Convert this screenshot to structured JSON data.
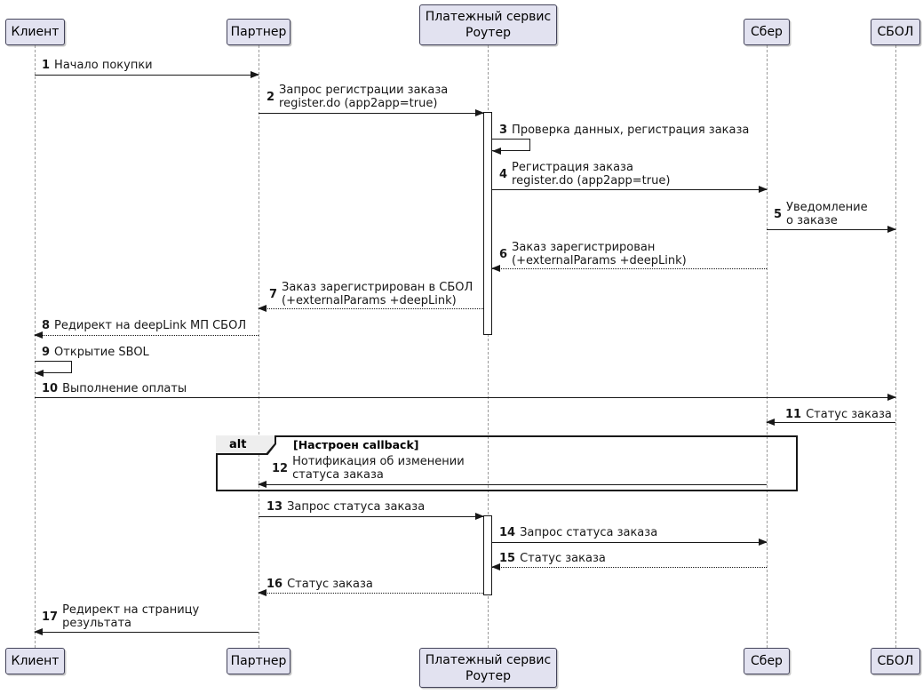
{
  "diagram_type": "uml-sequence",
  "colors": {
    "background": "#FFFFFF",
    "participant_fill": "#E2E2F0",
    "participant_border": "#43435A",
    "line_color": "#181818",
    "lifeline_color": "#9A9A9A",
    "alt_tab_fill": "#EEEEEE"
  },
  "participants": [
    {
      "id": "client",
      "lines": [
        "Клиент"
      ]
    },
    {
      "id": "partner",
      "lines": [
        "Партнер"
      ]
    },
    {
      "id": "router",
      "lines": [
        "Платежный сервис",
        "Роутер"
      ]
    },
    {
      "id": "sber",
      "lines": [
        "Сбер"
      ]
    },
    {
      "id": "sbol",
      "lines": [
        "СБОЛ"
      ]
    }
  ],
  "alt_frame": {
    "operator": "alt",
    "guard": "[Настроен callback]"
  },
  "messages": [
    {
      "num": "1",
      "lines": [
        "Начало покупки"
      ],
      "from": "Клиент",
      "to": "Партнер",
      "line": "solid"
    },
    {
      "num": "2",
      "lines": [
        "Запрос регистрации заказа",
        "register.do (app2app=true)"
      ],
      "from": "Партнер",
      "to": "Платежный сервис Роутер",
      "line": "solid"
    },
    {
      "num": "3",
      "lines": [
        "Проверка данных, регистрация заказа"
      ],
      "from": "Платежный сервис Роутер",
      "to": "Платежный сервис Роутер",
      "line": "solid"
    },
    {
      "num": "4",
      "lines": [
        "Регистрация заказа",
        "register.do (app2app=true)"
      ],
      "from": "Платежный сервис Роутер",
      "to": "Сбер",
      "line": "solid"
    },
    {
      "num": "5",
      "lines": [
        "Уведомление",
        "о заказе"
      ],
      "from": "Сбер",
      "to": "СБОЛ",
      "line": "solid"
    },
    {
      "num": "6",
      "lines": [
        "Заказ зарегистрирован",
        "(+externalParams +deepLink)"
      ],
      "from": "Сбер",
      "to": "Платежный сервис Роутер",
      "line": "dashed"
    },
    {
      "num": "7",
      "lines": [
        "Заказ зарегистрирован в СБОЛ",
        "(+externalParams +deepLink)"
      ],
      "from": "Платежный сервис Роутер",
      "to": "Партнер",
      "line": "dashed"
    },
    {
      "num": "8",
      "lines": [
        "Редирект на deepLink МП СБОЛ"
      ],
      "from": "Партнер",
      "to": "Клиент",
      "line": "dashed"
    },
    {
      "num": "9",
      "lines": [
        "Открытие SBOL"
      ],
      "from": "Клиент",
      "to": "Клиент",
      "line": "solid"
    },
    {
      "num": "10",
      "lines": [
        "Выполнение оплаты"
      ],
      "from": "Клиент",
      "to": "СБОЛ",
      "line": "solid"
    },
    {
      "num": "11",
      "lines": [
        "Статус заказа"
      ],
      "from": "СБОЛ",
      "to": "Сбер",
      "line": "solid"
    },
    {
      "num": "12",
      "lines": [
        "Нотификация об изменении",
        "статуса заказа"
      ],
      "from": "Сбер",
      "to": "Партнер",
      "line": "solid"
    },
    {
      "num": "13",
      "lines": [
        "Запрос статуса заказа"
      ],
      "from": "Партнер",
      "to": "Платежный сервис Роутер",
      "line": "solid"
    },
    {
      "num": "14",
      "lines": [
        "Запрос статуса заказа"
      ],
      "from": "Платежный сервис Роутер",
      "to": "Сбер",
      "line": "solid"
    },
    {
      "num": "15",
      "lines": [
        "Статус заказа"
      ],
      "from": "Сбер",
      "to": "Платежный сервис Роутер",
      "line": "dashed"
    },
    {
      "num": "16",
      "lines": [
        "Статус заказа"
      ],
      "from": "Платежный сервис Роутер",
      "to": "Партнер",
      "line": "dashed"
    },
    {
      "num": "17",
      "lines": [
        "Редирект на страницу",
        "результата"
      ],
      "from": "Партнер",
      "to": "Клиент",
      "line": "solid"
    }
  ]
}
